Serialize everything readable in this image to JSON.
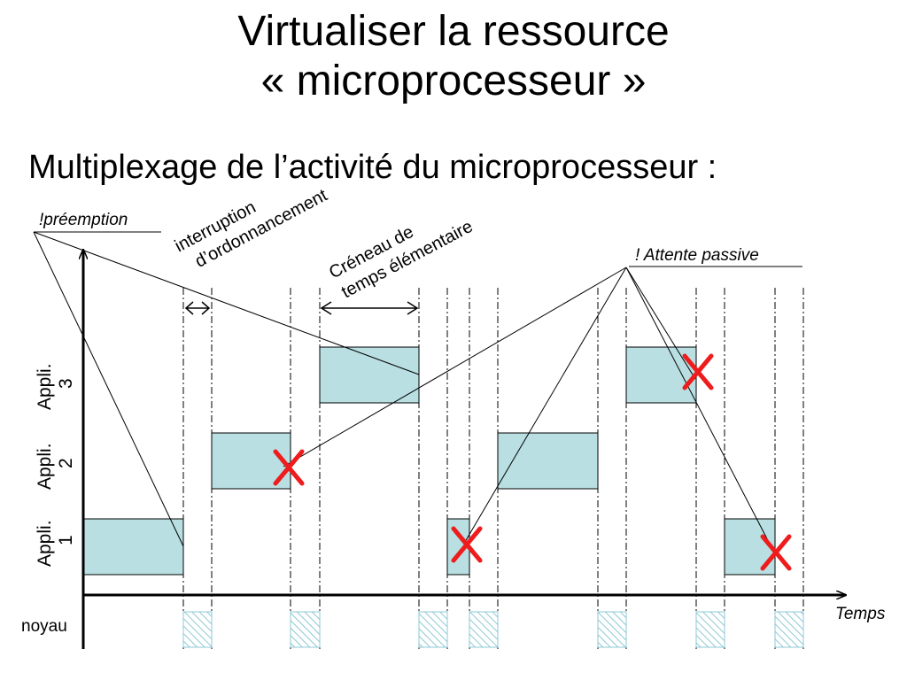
{
  "slide": {
    "title_line1": "Virtualiser la ressource",
    "title_line2": "« microprocesseur »",
    "subtitle": "Multiplexage de l’activité du microprocesseur :"
  },
  "labels": {
    "preemption": "!préemption",
    "interruption_line1": "interruption",
    "interruption_line2": "d’ordonnancement",
    "creneau_line1": "Créneau de",
    "creneau_line2": "temps élémentaire",
    "attente": "! Attente passive",
    "temps": "Temps",
    "noyau": "noyau",
    "app1_line1": "Appli.",
    "app1_line2": "1",
    "app2_line1": "Appli.",
    "app2_line2": "2",
    "app3_line1": "Appli.",
    "app3_line2": "3"
  },
  "colors": {
    "block_fill": "#b9dfe2",
    "kernel_hatch": "#8ec8d4",
    "cross": "#ee1c1c"
  }
}
